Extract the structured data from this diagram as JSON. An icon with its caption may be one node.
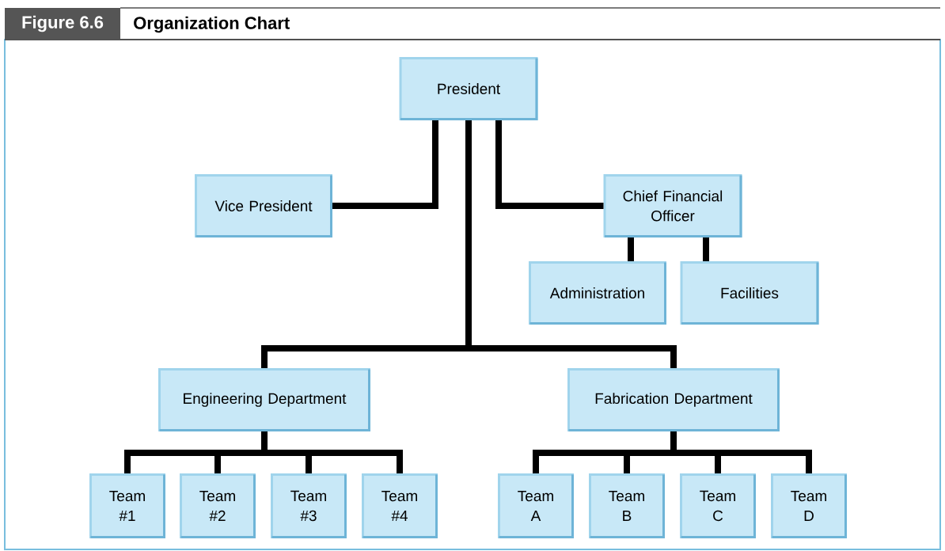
{
  "diagram": {
    "title": "Organization Chart",
    "nodes": [
      {
        "text": [
          "President"
        ]
      },
      {
        "text": [
          "Vice President"
        ]
      },
      {
        "text": [
          "Chief Financial Officer"
        ]
      },
      {
        "text": [
          "Administration"
        ]
      },
      {
        "text": [
          "Facilities"
        ]
      },
      {
        "text": [
          "Engineering Department"
        ]
      },
      {
        "text": [
          "Fabrication Department"
        ]
      },
      {
        "text": [
          "Team #1"
        ]
      },
      {
        "text": [
          "Team #2"
        ]
      },
      {
        "text": [
          "Team #3"
        ]
      },
      {
        "text": [
          "Team #4"
        ]
      },
      {
        "text": [
          "Team A"
        ]
      },
      {
        "text": [
          "Team B"
        ]
      },
      {
        "text": [
          "Team C"
        ]
      },
      {
        "text": [
          "Team D"
        ]
      }
    ],
    "edges": [
      {
        "from": 0,
        "to": 1,
        "arrow": "none"
      },
      {
        "from": 0,
        "to": 2,
        "arrow": "none"
      },
      {
        "from": 0,
        "to": 5,
        "arrow": "none"
      },
      {
        "from": 0,
        "to": 6,
        "arrow": "none"
      },
      {
        "from": 2,
        "to": 3,
        "arrow": "none"
      },
      {
        "from": 2,
        "to": 4,
        "arrow": "none"
      },
      {
        "from": 5,
        "to": 7,
        "arrow": "none"
      },
      {
        "from": 5,
        "to": 8,
        "arrow": "none"
      },
      {
        "from": 5,
        "to": 9,
        "arrow": "none"
      },
      {
        "from": 5,
        "to": 10,
        "arrow": "none"
      },
      {
        "from": 6,
        "to": 11,
        "arrow": "none"
      },
      {
        "from": 6,
        "to": 12,
        "arrow": "none"
      },
      {
        "from": 6,
        "to": 13,
        "arrow": "none"
      },
      {
        "from": 6,
        "to": 14,
        "arrow": "none"
      }
    ],
    "labels": [
      "Figure 6.6"
    ]
  }
}
